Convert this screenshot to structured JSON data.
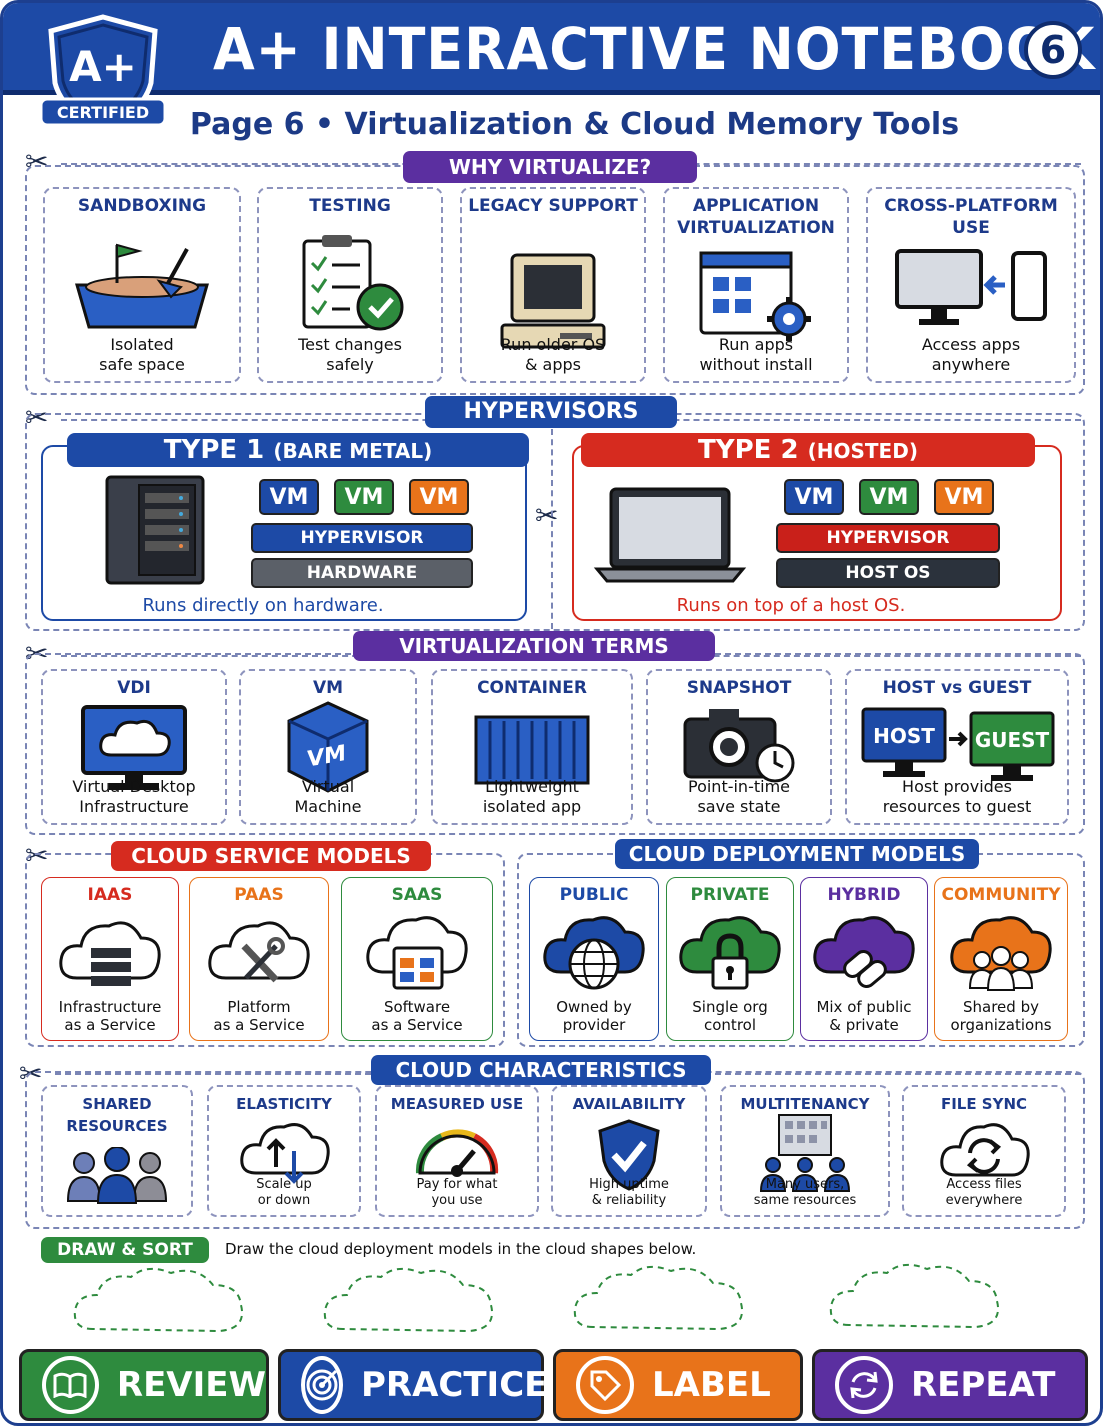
{
  "header": {
    "badge_main": "A+",
    "badge_sub": "CERTIFIED",
    "title": "A+ INTERACTIVE NOTEBOOK",
    "page_number": "6",
    "subtitle": "Page 6 • Virtualization & Cloud Memory Tools"
  },
  "why": {
    "heading": "WHY VIRTUALIZE?",
    "cards": [
      {
        "title": "SANDBOXING",
        "desc1": "Isolated",
        "desc2": "safe space",
        "icon": "sandbox-icon"
      },
      {
        "title": "TESTING",
        "desc1": "Test changes",
        "desc2": "safely",
        "icon": "checklist-icon"
      },
      {
        "title": "LEGACY SUPPORT",
        "desc1": "Run older OS",
        "desc2": "& apps",
        "icon": "old-computer-icon"
      },
      {
        "title": "APPLICATION VIRTUALIZATION",
        "desc1": "Run apps",
        "desc2": "without install",
        "icon": "app-window-gear-icon"
      },
      {
        "title": "CROSS-PLATFORM USE",
        "desc1": "Access apps",
        "desc2": "anywhere",
        "icon": "monitor-phone-icon"
      }
    ]
  },
  "hypervisors": {
    "heading": "HYPERVISORS",
    "type1": {
      "title": "TYPE 1",
      "title_sub": "(BARE METAL)",
      "vm": "VM",
      "layer1": "HYPERVISOR",
      "layer2": "HARDWARE",
      "note": "Runs directly on hardware."
    },
    "type2": {
      "title": "TYPE 2",
      "title_sub": "(HOSTED)",
      "vm": "VM",
      "layer1": "HYPERVISOR",
      "layer2": "HOST OS",
      "note": "Runs on top of a host OS."
    }
  },
  "terms": {
    "heading": "VIRTUALIZATION TERMS",
    "cards": [
      {
        "title": "VDI",
        "desc1": "Virtual Desktop",
        "desc2": "Infrastructure",
        "icon": "cloud-monitor-icon"
      },
      {
        "title": "VM",
        "desc1": "Virtual",
        "desc2": "Machine",
        "icon": "vm-cube-icon",
        "label": "VM"
      },
      {
        "title": "CONTAINER",
        "desc1": "Lightweight",
        "desc2": "isolated app",
        "icon": "shipping-container-icon"
      },
      {
        "title": "SNAPSHOT",
        "desc1": "Point-in-time",
        "desc2": "save state",
        "icon": "camera-clock-icon"
      },
      {
        "title": "HOST vs GUEST",
        "desc1": "Host provides",
        "desc2": "resources to guest",
        "icon": "host-guest-icon",
        "host": "HOST",
        "guest": "GUEST"
      }
    ]
  },
  "service": {
    "heading": "CLOUD SERVICE MODELS",
    "cards": [
      {
        "title": "IAAS",
        "desc1": "Infrastructure",
        "desc2": "as a Service",
        "color": "#d62b1f",
        "icon": "cloud-server-icon"
      },
      {
        "title": "PAAS",
        "desc1": "Platform",
        "desc2": "as a Service",
        "color": "#e8731a",
        "icon": "cloud-tools-icon"
      },
      {
        "title": "SAAS",
        "desc1": "Software",
        "desc2": "as a Service",
        "color": "#2e8b3e",
        "icon": "cloud-app-icon"
      }
    ]
  },
  "deployment": {
    "heading": "CLOUD DEPLOYMENT MODELS",
    "cards": [
      {
        "title": "PUBLIC",
        "desc1": "Owned by",
        "desc2": "provider",
        "color": "#1d4aa6",
        "icon": "cloud-globe-icon"
      },
      {
        "title": "PRIVATE",
        "desc1": "Single org",
        "desc2": "control",
        "color": "#2e8b3e",
        "icon": "cloud-lock-icon"
      },
      {
        "title": "HYBRID",
        "desc1": "Mix of public",
        "desc2": "& private",
        "color": "#5b2fa0",
        "icon": "cloud-link-icon"
      },
      {
        "title": "COMMUNITY",
        "desc1": "Shared by",
        "desc2": "organizations",
        "color": "#e8731a",
        "icon": "cloud-people-icon"
      }
    ]
  },
  "characteristics": {
    "heading": "CLOUD CHARACTERISTICS",
    "cards": [
      {
        "title": "SHARED RESOURCES",
        "desc1": "",
        "desc2": "",
        "icon": "people-group-icon"
      },
      {
        "title": "ELASTICITY",
        "desc1": "Scale up",
        "desc2": "or down",
        "icon": "cloud-arrows-icon"
      },
      {
        "title": "MEASURED USE",
        "desc1": "Pay for what",
        "desc2": "you use",
        "icon": "gauge-icon"
      },
      {
        "title": "AVAILABILITY",
        "desc1": "High uptime",
        "desc2": "& reliability",
        "icon": "shield-check-icon"
      },
      {
        "title": "MULTITENANCY",
        "desc1": "Many users,",
        "desc2": "same resources",
        "icon": "building-users-icon"
      },
      {
        "title": "FILE SYNC",
        "desc1": "Access files",
        "desc2": "everywhere",
        "icon": "cloud-sync-icon"
      }
    ]
  },
  "draw": {
    "label": "DRAW & SORT",
    "instruction": "Draw the cloud deployment models in the cloud shapes below."
  },
  "footer": [
    {
      "label": "REVIEW",
      "color": "#2e8b3e",
      "icon": "book-icon"
    },
    {
      "label": "PRACTICE",
      "color": "#1d4aa6",
      "icon": "target-icon"
    },
    {
      "label": "LABEL",
      "color": "#e8731a",
      "icon": "tag-icon"
    },
    {
      "label": "REPEAT",
      "color": "#5b2fa0",
      "icon": "repeat-icon"
    }
  ]
}
